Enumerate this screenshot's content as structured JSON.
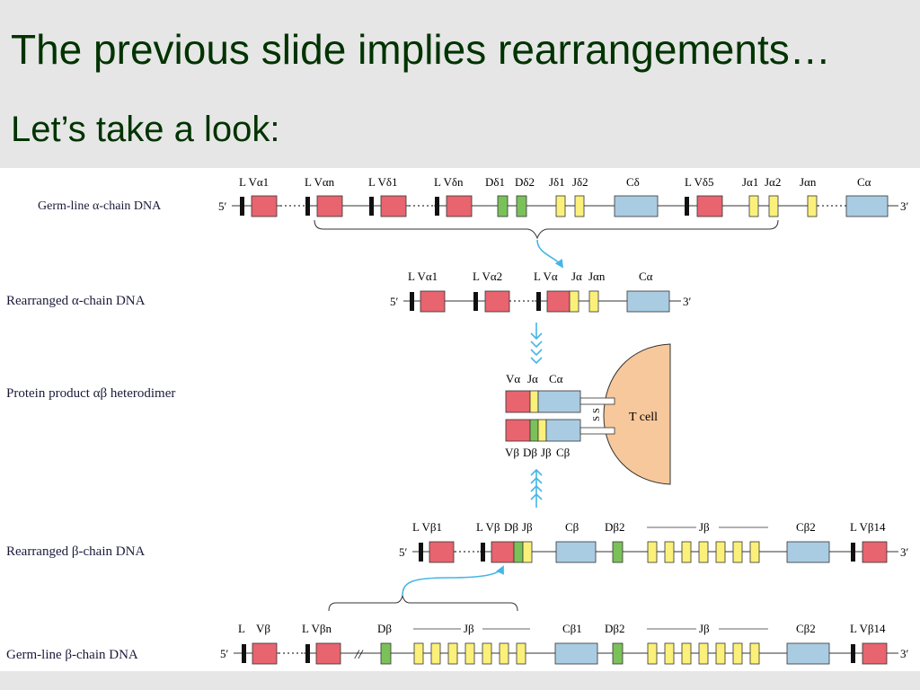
{
  "slide": {
    "title": "The previous slide implies rearrangements…",
    "subtitle": "Let’s take a look:"
  },
  "colors": {
    "v_segment": "#e8646e",
    "d_segment": "#7bc15a",
    "j_segment": "#fbf07a",
    "c_segment": "#a9cce3",
    "leader": "#111111",
    "arrow": "#45b6e6",
    "t_cell": "#f7c89b"
  },
  "diagram": {
    "rows": {
      "germ_alpha": "Germ-line α-chain DNA",
      "rearr_alpha": "Rearranged α-chain DNA",
      "protein": "Protein product αβ heterodimer",
      "rearr_beta": "Rearranged β-chain DNA",
      "germ_beta": "Germ-line β-chain DNA"
    },
    "germ_alpha_labels": [
      "L Vα1",
      "L Vαn",
      "L Vδ1",
      "L Vδn",
      "Dδ1",
      "Dδ2",
      "Jδ1",
      "Jδ2",
      "Cδ",
      "L Vδ5",
      "Jα1",
      "Jα2",
      "Jαn",
      "Cα"
    ],
    "rearr_alpha_labels": [
      "L Vα1",
      "L Vα2",
      "L Vα",
      "Jα",
      "Jαn",
      "Cα"
    ],
    "protein_alpha_labels": [
      "Vα",
      "Jα",
      "Cα"
    ],
    "protein_beta_labels": [
      "Vβ",
      "Dβ",
      "Jβ",
      "Cβ"
    ],
    "disulfide": "S S",
    "t_cell": "T cell",
    "rearr_beta_labels": [
      "L Vβ1",
      "L Vβ",
      "Dβ",
      "Jβ",
      "Cβ",
      "Dβ2",
      "Jβ",
      "Cβ2",
      "L Vβ14"
    ],
    "germ_beta_labels": [
      "L",
      "Vβ",
      "L Vβn",
      "Dβ",
      "Jβ",
      "Cβ1",
      "Dβ2",
      "Jβ",
      "Cβ2",
      "L Vβ14"
    ],
    "ends": {
      "five": "5′",
      "three": "3′"
    },
    "break_mark": "//"
  }
}
